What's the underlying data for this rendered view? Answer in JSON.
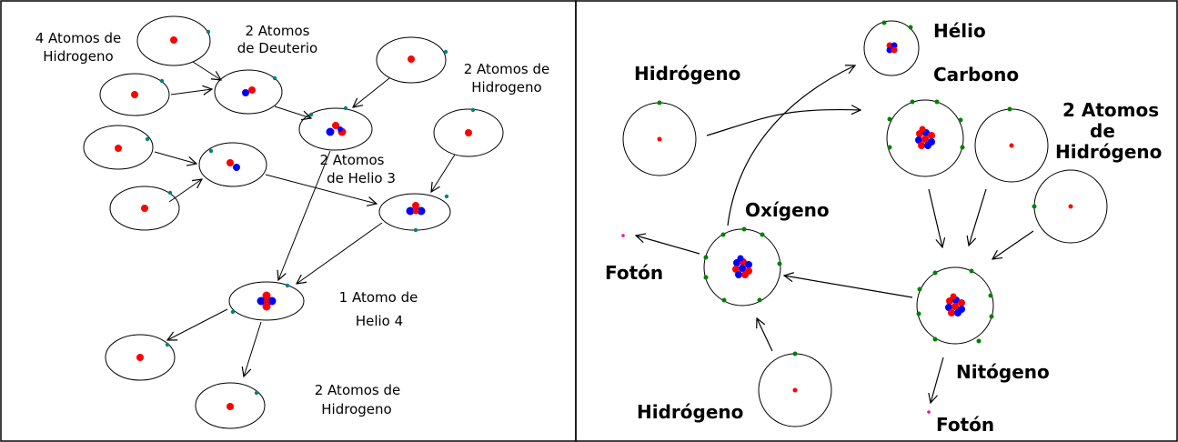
{
  "left_panel": {
    "labels": {
      "hydrogen_4_line1": "4 Atomos de",
      "hydrogen_4_line2": "Hidrogeno",
      "deuterium_line1": "2 Atomos",
      "deuterium_line2": "de Deuterio",
      "hydrogen_out_top_line1": "2 Atomos de",
      "hydrogen_out_top_line2": "Hidrogeno",
      "helium3_line1": "2 Atomos",
      "helium3_line2": "de Helio 3",
      "helium4_line1": "1 Atomo de",
      "helium4_line2": "Helio 4",
      "hydrogen_out_bottom_line1": "2 Atomos de",
      "hydrogen_out_bottom_line2": "Hidrogeno"
    }
  },
  "right_panel": {
    "labels": {
      "hydrogen_in_top": "Hidrógeno",
      "helium": "Hélio",
      "carbon": "Carbono",
      "hydrogen_2_line1": "2 Atomos",
      "hydrogen_2_line2": "de",
      "hydrogen_2_line3": "Hidrógeno",
      "oxygen": "Oxígeno",
      "photon_left": "Fotón",
      "nitrogen": "Nitógeno",
      "photon_bottom": "Fotón",
      "hydrogen_in_bottom": "Hidrógeno"
    }
  },
  "colors": {
    "proton": "#ff0000",
    "neutron": "#0000ff",
    "electron_left": "#008080",
    "electron_right": "#008000",
    "photon": "#ff00aa",
    "line": "#000000"
  }
}
